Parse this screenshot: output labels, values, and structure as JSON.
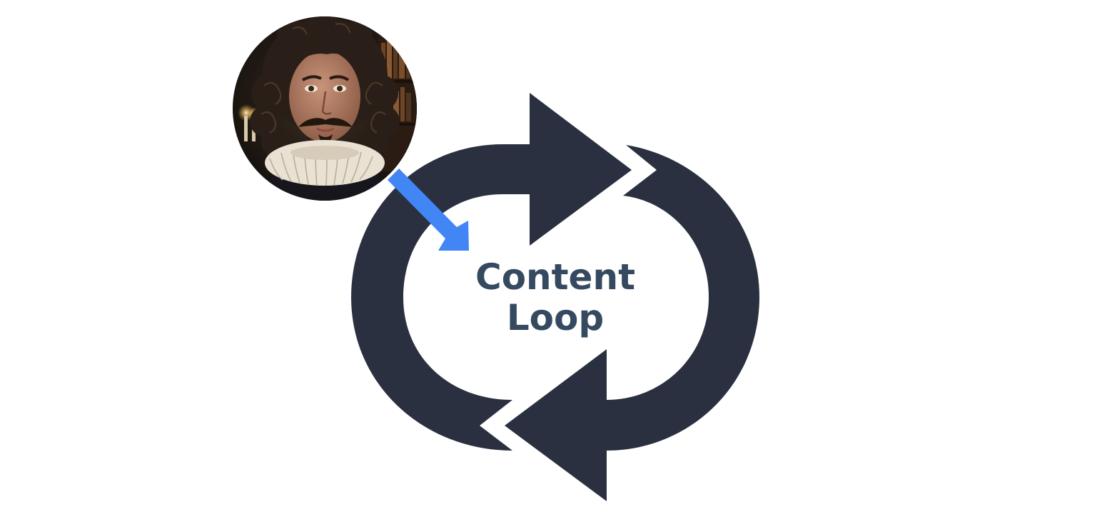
{
  "diagram": {
    "label_lines": [
      "Content",
      "Loop"
    ],
    "colors": {
      "loop": "#2a3040",
      "label": "#354a60",
      "pointer_arrow": "#4285f4",
      "background": "#ffffff"
    },
    "portrait": {
      "icon": "portrait-of-man-with-ruff-collar"
    },
    "pointer": {
      "icon": "arrow-down-right-icon"
    },
    "loop_icon": "cycle-arrows-icon"
  }
}
